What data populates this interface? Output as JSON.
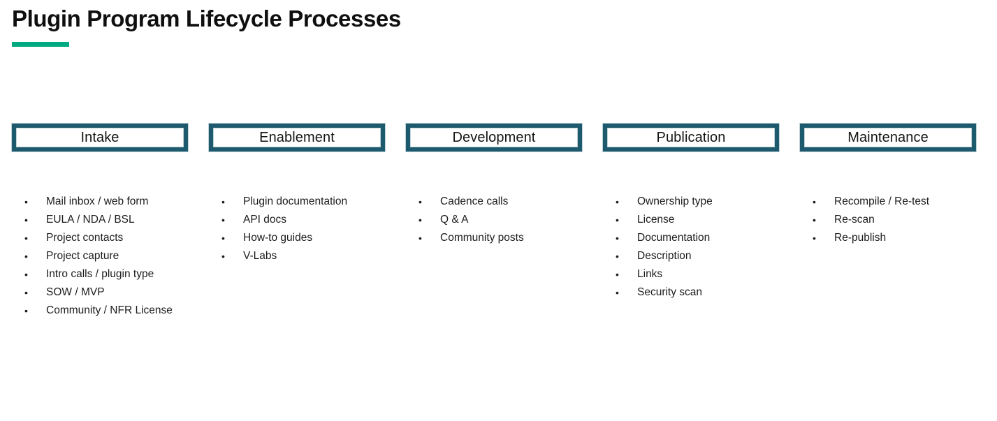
{
  "slide": {
    "title": "Plugin Program Lifecycle Processes"
  },
  "theme": {
    "accent_green": "#01A982",
    "box_border_color": "#1E5A6D",
    "box_edge_highlight": "#BFD3D8",
    "text_color": "#1C1C1C",
    "background": "#FFFFFF"
  },
  "stages": [
    {
      "name": "Intake",
      "items": [
        "Mail inbox / web form",
        "EULA / NDA / BSL",
        "Project contacts",
        "Project capture",
        "Intro calls / plugin type",
        "SOW / MVP",
        "Community / NFR License"
      ]
    },
    {
      "name": "Enablement",
      "items": [
        "Plugin documentation",
        "API docs",
        "How-to guides",
        "V-Labs"
      ]
    },
    {
      "name": "Development",
      "items": [
        "Cadence calls",
        "Q & A",
        "Community posts"
      ]
    },
    {
      "name": "Publication",
      "items": [
        "Ownership type",
        "License",
        "Documentation",
        "Description",
        "Links",
        "Security scan"
      ]
    },
    {
      "name": "Maintenance",
      "items": [
        "Recompile / Re-test",
        "Re-scan",
        "Re-publish"
      ]
    }
  ]
}
